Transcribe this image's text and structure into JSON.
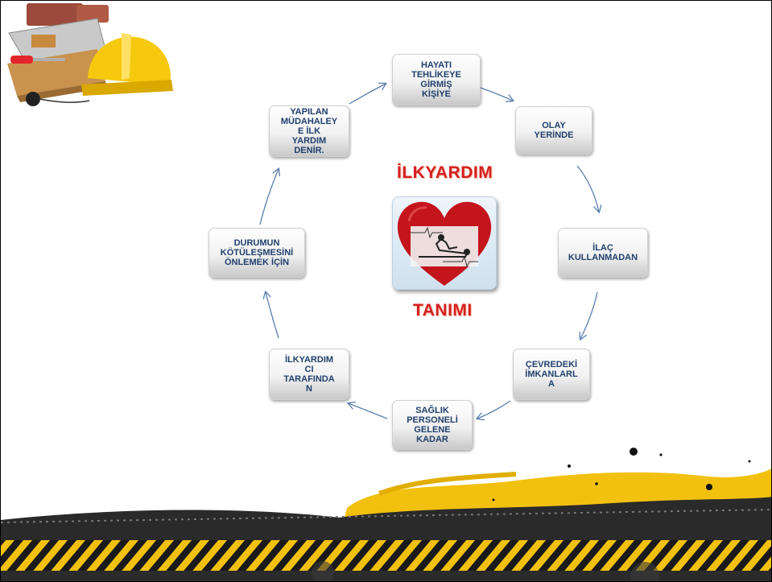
{
  "diagram": {
    "title_top": "İLKYARDIM",
    "title_bottom": "TANIMI",
    "nodes": [
      {
        "id": "hayati",
        "label": "HAYATI\nTEHLİKEYE\nGİRMİŞ\nKİŞİYE"
      },
      {
        "id": "olay",
        "label": "OLAY\nYERİNDE"
      },
      {
        "id": "ilac",
        "label": "İLAÇ\nKULLANMADAN"
      },
      {
        "id": "cevre",
        "label": "ÇEVREDEKİ\nİMKANLARL\nA"
      },
      {
        "id": "saglik",
        "label": "SAĞLIK\nPERSONELİ\nGELENE\nKADAR"
      },
      {
        "id": "ilkyardimci",
        "label": "İLKYARDIM\nCI\nTARAFINDA\nN"
      },
      {
        "id": "durumun",
        "label": "DURUMUN\nKÖTÜLEŞMESİNİ\nÖNLEMEK İÇİN"
      },
      {
        "id": "yapilan",
        "label": "YAPILAN\nMÜDAHALEY\nE İLK\nYARDIM\nDENİR."
      }
    ]
  },
  "colors": {
    "node_text": "#1f3f6d",
    "title": "#d42020",
    "arrow": "#5b7fae",
    "heart": "#c4141c",
    "stripe_yellow": "#f2c10f"
  },
  "icons": [
    "hard-hat-icon",
    "hand-saw-icon",
    "screwdriver-icon",
    "heart-icon",
    "first-aid-person-icon"
  ]
}
